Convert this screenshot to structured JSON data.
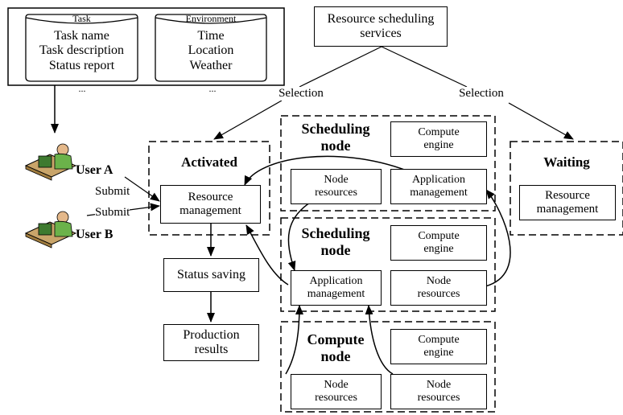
{
  "task_db": {
    "title": "Task",
    "lines": [
      "Task name",
      "Task description",
      "Status report"
    ],
    "more": "..."
  },
  "environment_db": {
    "title": "Environment",
    "lines": [
      "Time",
      "Location",
      "Weather"
    ],
    "more": "..."
  },
  "users": {
    "a_label": "User A",
    "b_label": "User B",
    "submit_a": "Submit",
    "submit_b": "Submit"
  },
  "rss": {
    "line1": "Resource scheduling",
    "line2": "services"
  },
  "selection": {
    "left": "Selection",
    "right": "Selection"
  },
  "activated": {
    "title": "Activated",
    "resource_line1": "Resource",
    "resource_line2": "management"
  },
  "status_saving": "Status saving",
  "production": {
    "line1": "Production",
    "line2": "results"
  },
  "sched1": {
    "title_line1": "Scheduling",
    "title_line2": "node",
    "compute_line1": "Compute",
    "compute_line2": "engine",
    "node_line1": "Node",
    "node_line2": "resources",
    "app_line1": "Application",
    "app_line2": "management"
  },
  "sched2": {
    "title_line1": "Scheduling",
    "title_line2": "node",
    "compute_line1": "Compute",
    "compute_line2": "engine",
    "app_line1": "Application",
    "app_line2": "management",
    "node_line1": "Node",
    "node_line2": "resources"
  },
  "compute_node": {
    "title_line1": "Compute",
    "title_line2": "node",
    "compute_line1": "Compute",
    "compute_line2": "engine",
    "node_a_line1": "Node",
    "node_a_line2": "resources",
    "node_b_line1": "Node",
    "node_b_line2": "resources"
  },
  "waiting": {
    "title": "Waiting",
    "resource_line1": "Resource",
    "resource_line2": "management"
  }
}
